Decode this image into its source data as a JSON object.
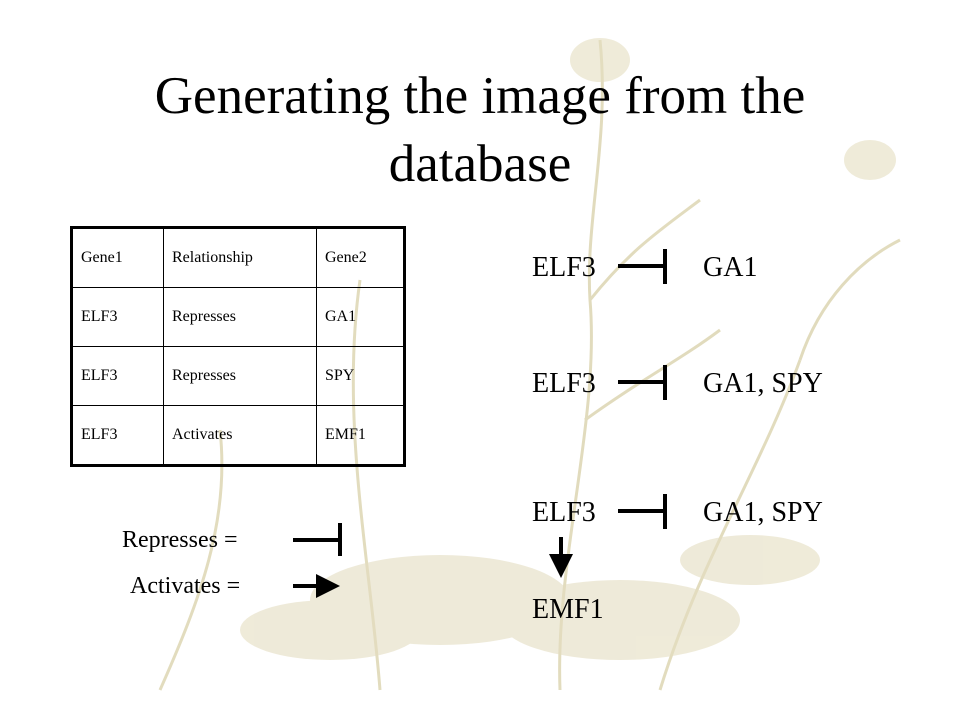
{
  "slide": {
    "title_line1": "Generating the image from the",
    "title_line2": "database"
  },
  "table": {
    "headers": [
      "Gene1",
      "Relationship",
      "Gene2"
    ],
    "rows": [
      [
        "ELF3",
        "Represses",
        "GA1"
      ],
      [
        "ELF3",
        "Represses",
        "SPY"
      ],
      [
        "ELF3",
        "Activates",
        "EMF1"
      ]
    ]
  },
  "legend": {
    "represses_label": "Represses =",
    "activates_label": "Activates ="
  },
  "network": {
    "row1": {
      "source": "ELF3",
      "target": "GA1"
    },
    "row2": {
      "source": "ELF3",
      "target": "GA1, SPY"
    },
    "row3": {
      "source": "ELF3",
      "target": "GA1, SPY",
      "activated": "EMF1"
    }
  },
  "colors": {
    "text": "#000000",
    "background_plant": "#d9d2b0"
  }
}
